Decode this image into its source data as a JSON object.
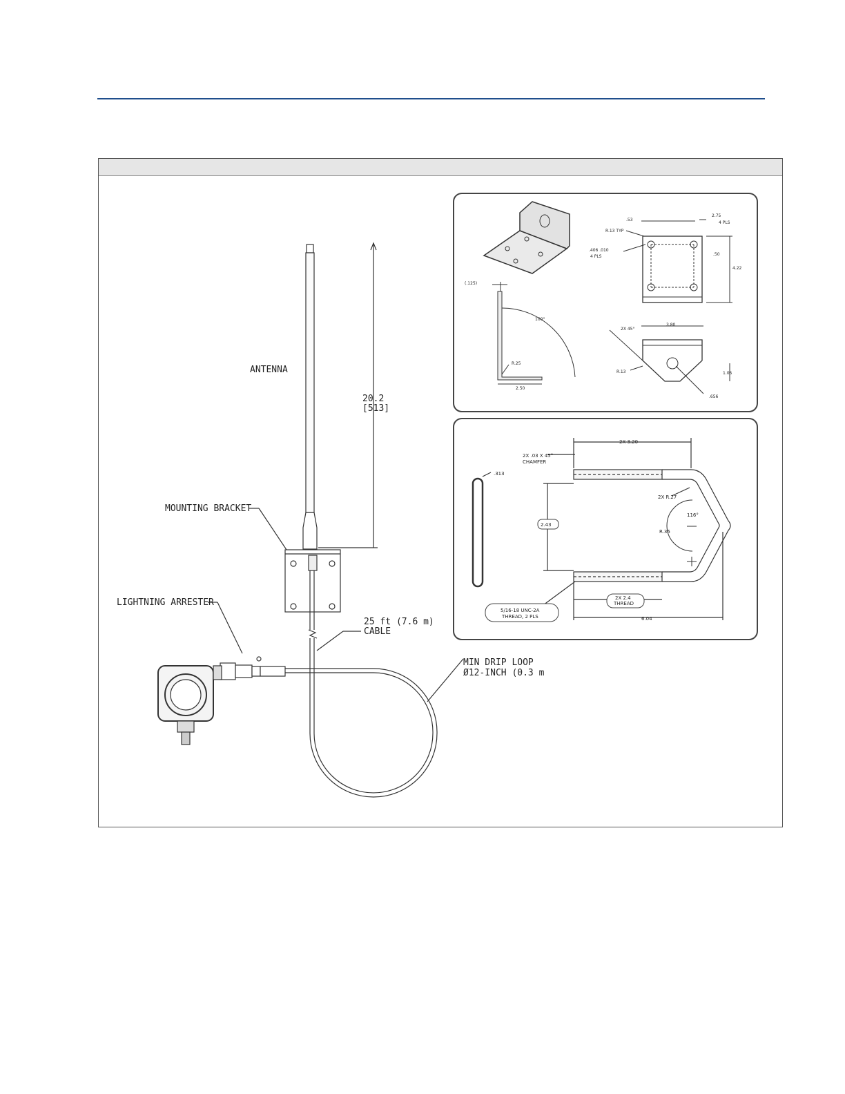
{
  "figure": {
    "main_labels": {
      "antenna": "ANTENNA",
      "height_in": "20.2",
      "height_mm": "[513]",
      "mounting_bracket": "MOUNTING BRACKET",
      "lightning_arrester": "LIGHTNING ARRESTER",
      "cable_line1": "25 ft (7.6 m)",
      "cable_line2": "CABLE",
      "drip_line1": "MIN DRIP LOOP",
      "drip_line2": "Ø12-INCH (0.3 m"
    },
    "bracket_detail": {
      "d_53": ".53",
      "r13_typ": "R.13 TYP",
      "tol_2_75": "2.75",
      "pls4_a": "4 PLS",
      "hole_dia": ".406 .010",
      "pls4_b": "4 PLS",
      "d_50": ".50",
      "d_422": "4.22",
      "d_125": "(.125)",
      "ang_100": "100°",
      "r25": "R.25",
      "d_250": "2.50",
      "ang_2x45": "2X 45°",
      "d_380": "3.80",
      "r13": "R.13",
      "d_105": "1.05",
      "hole_656": ".656"
    },
    "ubolt_detail": {
      "len_320": "2X 3.20",
      "chamfer_1": "2X .03 X 45°",
      "chamfer_2": "CHAMFER",
      "dia_313": ".313",
      "r27": "2X R.27",
      "ang_116": "116°",
      "r36": "R.36",
      "w_243": "2.43",
      "thread_1": "2X 2.4",
      "thread_2": "THREAD",
      "spec_1": "5/16-18 UNC-2A",
      "spec_2": "THREAD, 2 PLS",
      "len_604": "6.04"
    }
  }
}
